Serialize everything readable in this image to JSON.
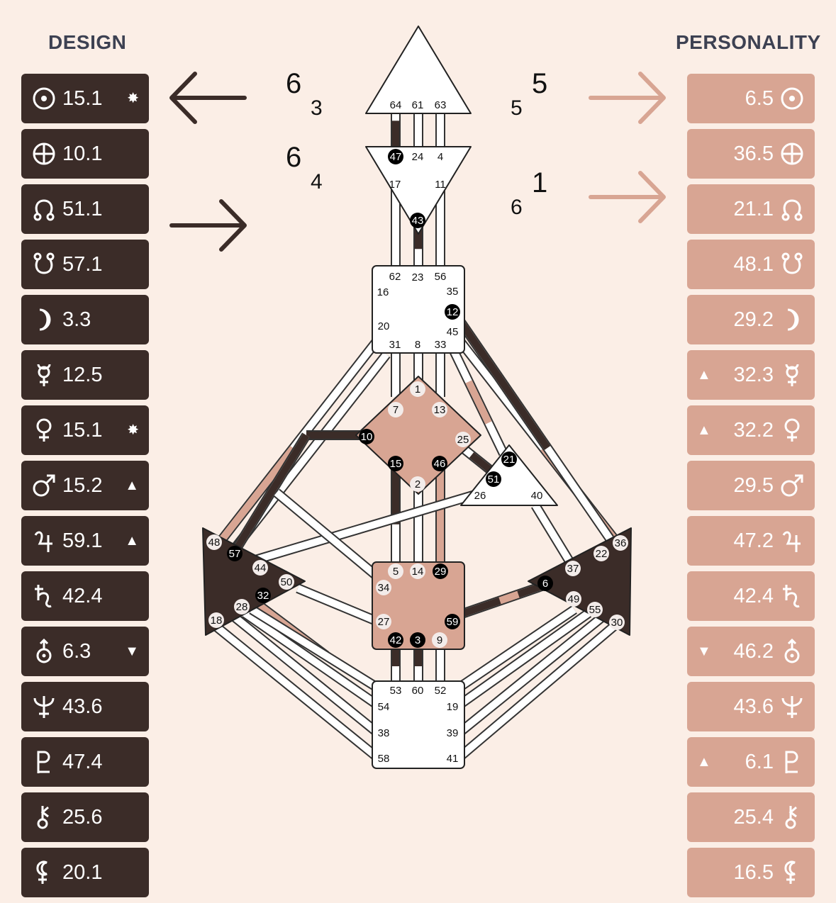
{
  "design_title": "DESIGN",
  "personality_title": "PERSONALITY",
  "colors": {
    "background": "#fbeee6",
    "design": "#3b2c28",
    "personality": "#d8a593",
    "center_defined": "#d8a593"
  },
  "side_numbers": {
    "left_top_big": "6",
    "left_top_small": "3",
    "left_mid_big": "6",
    "left_mid_small": "4",
    "right_top_big": "5",
    "right_top_small": "5",
    "right_mid_big": "1",
    "right_mid_small": "6"
  },
  "design": [
    {
      "icon": "sun-icon",
      "value": "15.1",
      "marker": "✸"
    },
    {
      "icon": "earth-icon",
      "value": "10.1",
      "marker": ""
    },
    {
      "icon": "north-node-icon",
      "value": "51.1",
      "marker": ""
    },
    {
      "icon": "south-node-icon",
      "value": "57.1",
      "marker": ""
    },
    {
      "icon": "moon-icon",
      "value": "3.3",
      "marker": ""
    },
    {
      "icon": "mercury-icon",
      "value": "12.5",
      "marker": ""
    },
    {
      "icon": "venus-icon",
      "value": "15.1",
      "marker": "✸"
    },
    {
      "icon": "mars-icon",
      "value": "15.2",
      "marker": "▲"
    },
    {
      "icon": "jupiter-icon",
      "value": "59.1",
      "marker": "▲"
    },
    {
      "icon": "saturn-icon",
      "value": "42.4",
      "marker": ""
    },
    {
      "icon": "uranus-icon",
      "value": "6.3",
      "marker": "▼"
    },
    {
      "icon": "neptune-icon",
      "value": "43.6",
      "marker": ""
    },
    {
      "icon": "pluto-icon",
      "value": "47.4",
      "marker": ""
    },
    {
      "icon": "chiron-icon",
      "value": "25.6",
      "marker": ""
    },
    {
      "icon": "lilith-icon",
      "value": "20.1",
      "marker": ""
    }
  ],
  "personality": [
    {
      "icon": "sun-icon",
      "value": "6.5",
      "marker": ""
    },
    {
      "icon": "earth-icon",
      "value": "36.5",
      "marker": ""
    },
    {
      "icon": "north-node-icon",
      "value": "21.1",
      "marker": ""
    },
    {
      "icon": "south-node-icon",
      "value": "48.1",
      "marker": ""
    },
    {
      "icon": "moon-icon",
      "value": "29.2",
      "marker": ""
    },
    {
      "icon": "mercury-icon",
      "value": "32.3",
      "marker": "▲"
    },
    {
      "icon": "venus-icon",
      "value": "32.2",
      "marker": "▲"
    },
    {
      "icon": "mars-icon",
      "value": "29.5",
      "marker": ""
    },
    {
      "icon": "jupiter-icon",
      "value": "47.2",
      "marker": ""
    },
    {
      "icon": "saturn-icon",
      "value": "42.4",
      "marker": ""
    },
    {
      "icon": "uranus-icon",
      "value": "46.2",
      "marker": "▼"
    },
    {
      "icon": "neptune-icon",
      "value": "43.6",
      "marker": ""
    },
    {
      "icon": "pluto-icon",
      "value": "6.1",
      "marker": "▲"
    },
    {
      "icon": "chiron-icon",
      "value": "25.4",
      "marker": ""
    },
    {
      "icon": "lilith-icon",
      "value": "16.5",
      "marker": ""
    }
  ],
  "gates": {
    "head": [
      "64",
      "61",
      "63"
    ],
    "ajna": [
      "47",
      "24",
      "4",
      "17",
      "11",
      "43"
    ],
    "throat": [
      "62",
      "23",
      "56",
      "16",
      "35",
      "12",
      "20",
      "45",
      "31",
      "8",
      "33"
    ],
    "g": [
      "1",
      "7",
      "13",
      "25",
      "10",
      "15",
      "46",
      "2"
    ],
    "heart": [
      "21",
      "51",
      "26",
      "40"
    ],
    "sacral": [
      "5",
      "14",
      "29",
      "34",
      "27",
      "59",
      "42",
      "3",
      "9"
    ],
    "root": [
      "53",
      "60",
      "52",
      "54",
      "19",
      "38",
      "39",
      "58",
      "41"
    ],
    "spleen": [
      "48",
      "57",
      "44",
      "50",
      "32",
      "28",
      "18"
    ],
    "solar_plexus": [
      "36",
      "22",
      "37",
      "6",
      "49",
      "55",
      "30"
    ],
    "defined_design": [
      "47",
      "43",
      "12",
      "10",
      "15",
      "46",
      "21",
      "51",
      "57",
      "32",
      "29",
      "59",
      "42",
      "3",
      "6"
    ],
    "defined_personality": [
      "57",
      "48",
      "46",
      "29",
      "6",
      "55",
      "28",
      "32"
    ]
  }
}
